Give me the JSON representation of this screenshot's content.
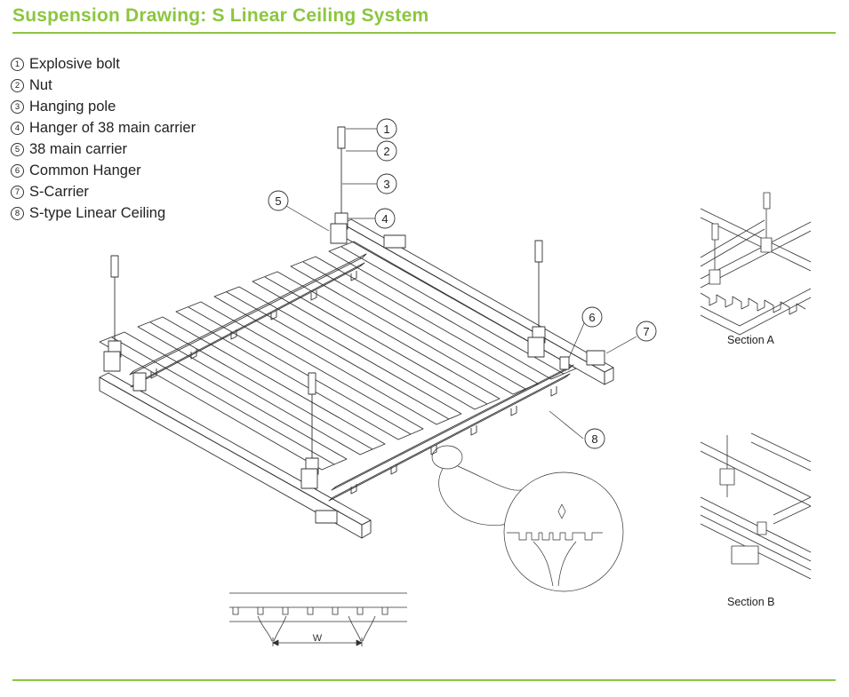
{
  "header": {
    "title": "Suspension Drawing: S Linear Ceiling System"
  },
  "legend": [
    {
      "num": "1",
      "label": "Explosive bolt"
    },
    {
      "num": "2",
      "label": "Nut"
    },
    {
      "num": "3",
      "label": "Hanging pole"
    },
    {
      "num": "4",
      "label": "Hanger of 38 main carrier"
    },
    {
      "num": "5",
      "label": "38 main carrier"
    },
    {
      "num": "6",
      "label": "Common Hanger"
    },
    {
      "num": "7",
      "label": "S-Carrier"
    },
    {
      "num": "8",
      "label": "S-type Linear Ceiling"
    }
  ],
  "callouts": [
    "1",
    "2",
    "3",
    "4",
    "5",
    "6",
    "7",
    "8"
  ],
  "sections": {
    "a": "Section A",
    "b": "Section B"
  },
  "dimension": {
    "w": "W"
  },
  "colors": {
    "accent": "#8cc63f",
    "line": "#333333"
  }
}
